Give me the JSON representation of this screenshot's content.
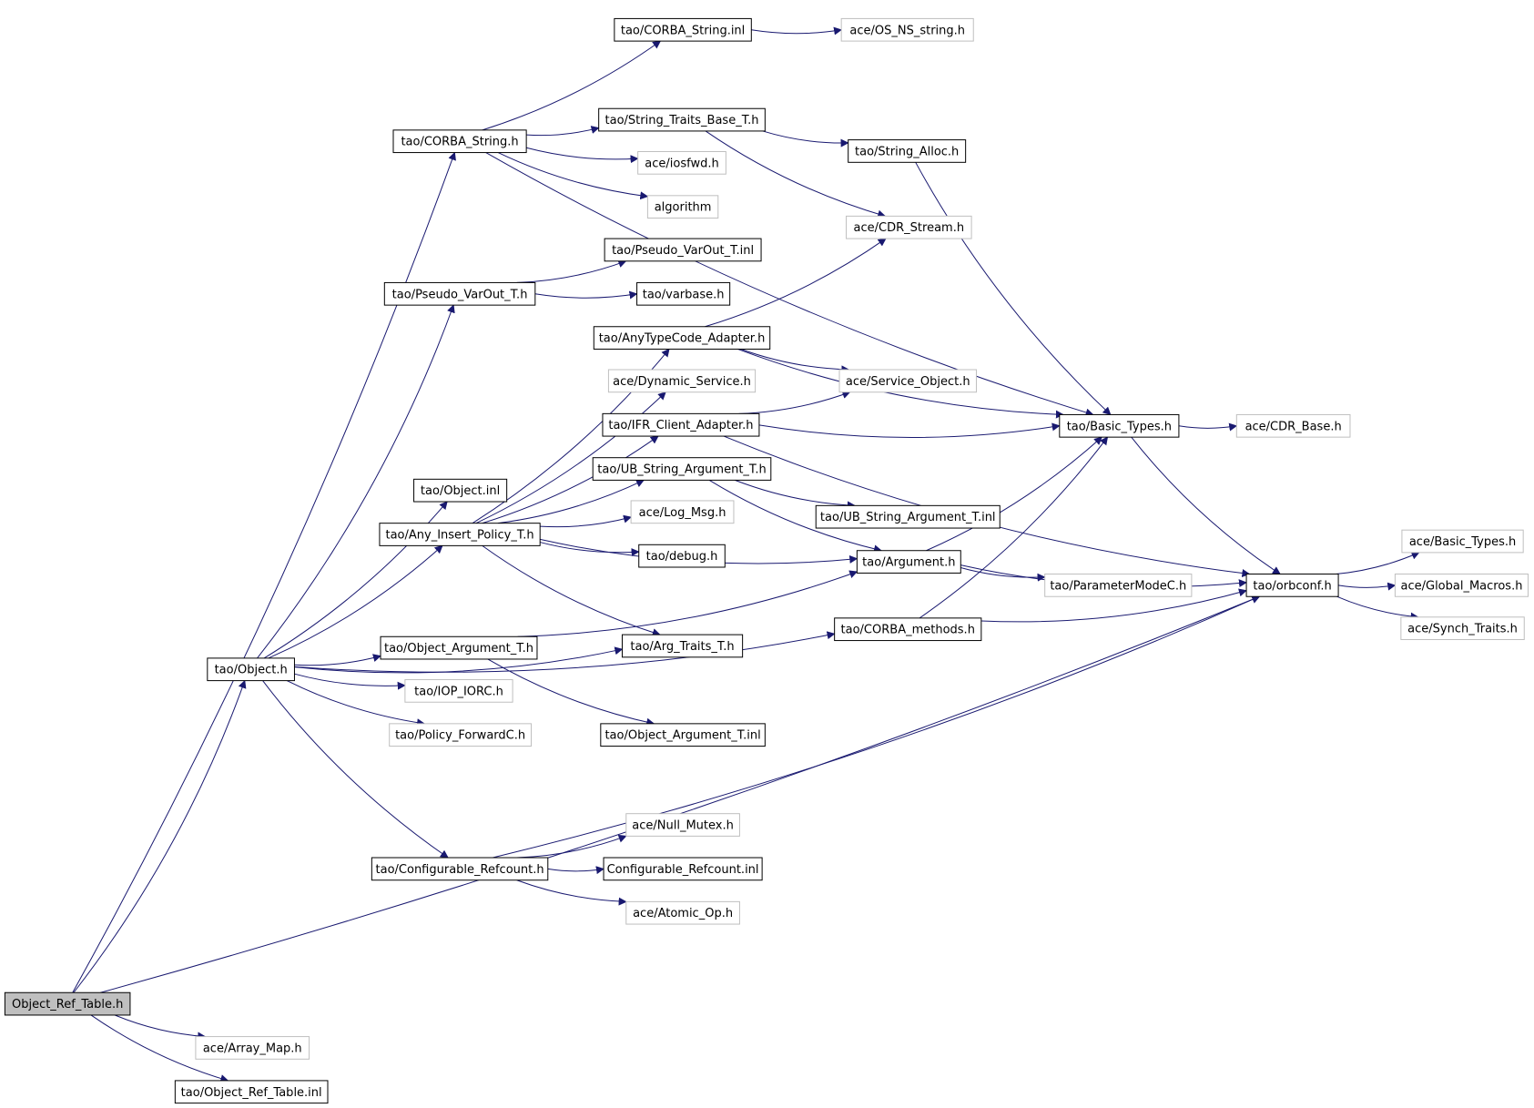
{
  "colors": {
    "edge": "#191970",
    "box_border_solid": "#000000",
    "box_border_faded": "#bfbfbf",
    "root_fill": "#bfbfbf",
    "box_fill": "#ffffff",
    "text": "#000000"
  },
  "nodes": [
    {
      "id": "root",
      "label": "Object_Ref_Table.h",
      "style": "root"
    },
    {
      "id": "corba_string_inl",
      "label": "tao/CORBA_String.inl",
      "style": "solid"
    },
    {
      "id": "os_ns_string",
      "label": "ace/OS_NS_string.h",
      "style": "faded"
    },
    {
      "id": "corba_string_h",
      "label": "tao/CORBA_String.h",
      "style": "solid"
    },
    {
      "id": "string_traits",
      "label": "tao/String_Traits_Base_T.h",
      "style": "solid"
    },
    {
      "id": "string_alloc",
      "label": "tao/String_Alloc.h",
      "style": "solid"
    },
    {
      "id": "iosfwd",
      "label": "ace/iosfwd.h",
      "style": "faded"
    },
    {
      "id": "algorithm",
      "label": "algorithm",
      "style": "faded"
    },
    {
      "id": "cdr_stream",
      "label": "ace/CDR_Stream.h",
      "style": "faded"
    },
    {
      "id": "pseudo_inl",
      "label": "tao/Pseudo_VarOut_T.inl",
      "style": "solid"
    },
    {
      "id": "pseudo_h",
      "label": "tao/Pseudo_VarOut_T.h",
      "style": "solid"
    },
    {
      "id": "varbase",
      "label": "tao/varbase.h",
      "style": "solid"
    },
    {
      "id": "anytypecode",
      "label": "tao/AnyTypeCode_Adapter.h",
      "style": "solid"
    },
    {
      "id": "dynamic_service",
      "label": "ace/Dynamic_Service.h",
      "style": "faded"
    },
    {
      "id": "service_object",
      "label": "ace/Service_Object.h",
      "style": "faded"
    },
    {
      "id": "ifr_client",
      "label": "tao/IFR_Client_Adapter.h",
      "style": "solid"
    },
    {
      "id": "basic_types_tao",
      "label": "tao/Basic_Types.h",
      "style": "solid"
    },
    {
      "id": "cdr_base",
      "label": "ace/CDR_Base.h",
      "style": "faded"
    },
    {
      "id": "ub_string_h",
      "label": "tao/UB_String_Argument_T.h",
      "style": "solid"
    },
    {
      "id": "object_inl",
      "label": "tao/Object.inl",
      "style": "solid"
    },
    {
      "id": "log_msg",
      "label": "ace/Log_Msg.h",
      "style": "faded"
    },
    {
      "id": "ub_string_inl",
      "label": "tao/UB_String_Argument_T.inl",
      "style": "solid"
    },
    {
      "id": "any_insert",
      "label": "tao/Any_Insert_Policy_T.h",
      "style": "solid"
    },
    {
      "id": "debug",
      "label": "tao/debug.h",
      "style": "solid"
    },
    {
      "id": "argument",
      "label": "tao/Argument.h",
      "style": "solid"
    },
    {
      "id": "basic_types_ace",
      "label": "ace/Basic_Types.h",
      "style": "faded"
    },
    {
      "id": "orbconf",
      "label": "tao/orbconf.h",
      "style": "solid"
    },
    {
      "id": "global_macros",
      "label": "ace/Global_Macros.h",
      "style": "faded"
    },
    {
      "id": "parametermode",
      "label": "tao/ParameterModeC.h",
      "style": "faded"
    },
    {
      "id": "synch_traits",
      "label": "ace/Synch_Traits.h",
      "style": "faded"
    },
    {
      "id": "corba_methods",
      "label": "tao/CORBA_methods.h",
      "style": "solid"
    },
    {
      "id": "arg_traits",
      "label": "tao/Arg_Traits_T.h",
      "style": "solid"
    },
    {
      "id": "object_argument_h",
      "label": "tao/Object_Argument_T.h",
      "style": "solid"
    },
    {
      "id": "object_h",
      "label": "tao/Object.h",
      "style": "solid"
    },
    {
      "id": "iop_iorc",
      "label": "tao/IOP_IORC.h",
      "style": "faded"
    },
    {
      "id": "policy_forward",
      "label": "tao/Policy_ForwardC.h",
      "style": "faded"
    },
    {
      "id": "object_argument_inl",
      "label": "tao/Object_Argument_T.inl",
      "style": "solid"
    },
    {
      "id": "null_mutex",
      "label": "ace/Null_Mutex.h",
      "style": "faded"
    },
    {
      "id": "configurable_h",
      "label": "tao/Configurable_Refcount.h",
      "style": "solid"
    },
    {
      "id": "configurable_inl",
      "label": "Configurable_Refcount.inl",
      "style": "solid"
    },
    {
      "id": "atomic_op",
      "label": "ace/Atomic_Op.h",
      "style": "faded"
    },
    {
      "id": "array_map",
      "label": "ace/Array_Map.h",
      "style": "faded"
    },
    {
      "id": "object_ref_table_inl",
      "label": "tao/Object_Ref_Table.inl",
      "style": "solid"
    }
  ],
  "edges": [
    [
      "root",
      "object_h"
    ],
    [
      "root",
      "corba_string_h"
    ],
    [
      "root",
      "orbconf"
    ],
    [
      "root",
      "array_map"
    ],
    [
      "root",
      "object_ref_table_inl"
    ],
    [
      "corba_string_h",
      "corba_string_inl"
    ],
    [
      "corba_string_h",
      "basic_types_tao"
    ],
    [
      "corba_string_h",
      "string_traits"
    ],
    [
      "corba_string_h",
      "iosfwd"
    ],
    [
      "corba_string_h",
      "algorithm"
    ],
    [
      "corba_string_inl",
      "os_ns_string"
    ],
    [
      "string_traits",
      "string_alloc"
    ],
    [
      "string_traits",
      "cdr_stream"
    ],
    [
      "string_alloc",
      "basic_types_tao"
    ],
    [
      "pseudo_h",
      "pseudo_inl"
    ],
    [
      "pseudo_h",
      "varbase"
    ],
    [
      "anytypecode",
      "cdr_stream"
    ],
    [
      "anytypecode",
      "basic_types_tao"
    ],
    [
      "anytypecode",
      "service_object"
    ],
    [
      "ifr_client",
      "service_object"
    ],
    [
      "ifr_client",
      "basic_types_tao"
    ],
    [
      "ifr_client",
      "orbconf"
    ],
    [
      "basic_types_tao",
      "cdr_base"
    ],
    [
      "basic_types_tao",
      "orbconf"
    ],
    [
      "ub_string_h",
      "ub_string_inl"
    ],
    [
      "ub_string_h",
      "argument"
    ],
    [
      "any_insert",
      "anytypecode"
    ],
    [
      "any_insert",
      "dynamic_service"
    ],
    [
      "any_insert",
      "ifr_client"
    ],
    [
      "any_insert",
      "ub_string_h"
    ],
    [
      "any_insert",
      "log_msg"
    ],
    [
      "any_insert",
      "debug"
    ],
    [
      "any_insert",
      "argument"
    ],
    [
      "any_insert",
      "arg_traits"
    ],
    [
      "argument",
      "basic_types_tao"
    ],
    [
      "argument",
      "orbconf"
    ],
    [
      "argument",
      "parametermode"
    ],
    [
      "corba_methods",
      "basic_types_tao"
    ],
    [
      "corba_methods",
      "orbconf"
    ],
    [
      "orbconf",
      "basic_types_ace"
    ],
    [
      "orbconf",
      "global_macros"
    ],
    [
      "orbconf",
      "synch_traits"
    ],
    [
      "object_h",
      "pseudo_h"
    ],
    [
      "object_h",
      "object_inl"
    ],
    [
      "object_h",
      "any_insert"
    ],
    [
      "object_h",
      "arg_traits"
    ],
    [
      "object_h",
      "object_argument_h"
    ],
    [
      "object_h",
      "iop_iorc"
    ],
    [
      "object_h",
      "policy_forward"
    ],
    [
      "object_h",
      "corba_methods"
    ],
    [
      "object_h",
      "configurable_h"
    ],
    [
      "object_argument_h",
      "object_argument_inl"
    ],
    [
      "object_argument_h",
      "argument"
    ],
    [
      "configurable_h",
      "null_mutex"
    ],
    [
      "configurable_h",
      "configurable_inl"
    ],
    [
      "configurable_h",
      "atomic_op"
    ],
    [
      "configurable_h",
      "orbconf"
    ]
  ]
}
